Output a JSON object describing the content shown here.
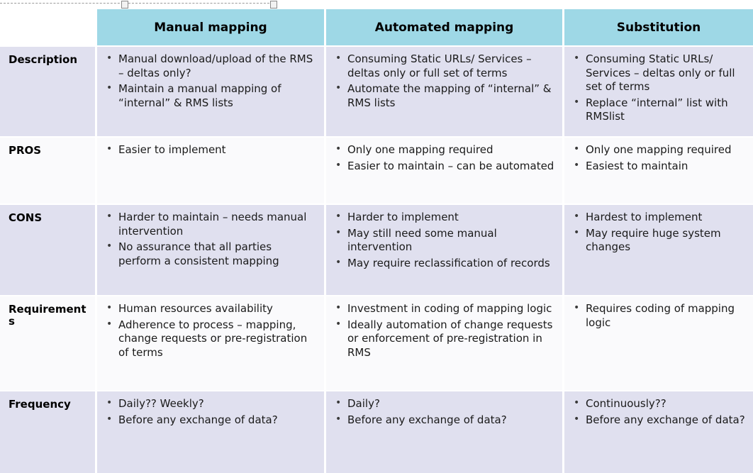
{
  "slide": {
    "type": "comparison-table",
    "colors": {
      "header_fill": "#9ed8e6",
      "row_band_dark": "#e0e0ef",
      "row_band_light": "#fafafc",
      "gridline": "#ffffff",
      "text": "#1a1a1a"
    }
  },
  "table": {
    "corner_label": "",
    "columns": [
      {
        "label": "Manual mapping"
      },
      {
        "label": "Automated mapping"
      },
      {
        "label": "Substitution"
      }
    ],
    "rows": [
      {
        "label": "Description",
        "cells": [
          [
            "Manual download/upload of the RMS – deltas only?",
            "Maintain a manual mapping of “internal” & RMS lists"
          ],
          [
            "Consuming Static URLs/ Services – deltas only or full set of terms",
            "Automate the mapping of “internal” & RMS lists"
          ],
          [
            "Consuming Static URLs/ Services – deltas only or full set of terms",
            "Replace “internal” list with RMSlist"
          ]
        ]
      },
      {
        "label": "PROS",
        "cells": [
          [
            "Easier to implement"
          ],
          [
            "Only one mapping required",
            "Easier to maintain – can be automated"
          ],
          [
            "Only one mapping required",
            "Easiest to maintain"
          ]
        ]
      },
      {
        "label": "CONS",
        "cells": [
          [
            "Harder to maintain – needs manual intervention",
            "No assurance that all parties perform a consistent mapping"
          ],
          [
            "Harder to implement",
            "May still need some manual intervention",
            "May require reclassification of records"
          ],
          [
            "Hardest to implement",
            "May require huge system changes"
          ]
        ]
      },
      {
        "label": "Requirements",
        "cells": [
          [
            "Human resources availability",
            "Adherence to process – mapping, change requests or pre-registration of terms"
          ],
          [
            "Investment in coding of mapping logic",
            "Ideally automation of change requests or enforcement of pre-registration in RMS"
          ],
          [
            "Requires coding of mapping logic"
          ]
        ]
      },
      {
        "label": "Frequency",
        "cells": [
          [
            "Daily?? Weekly?",
            "Before any exchange of data?"
          ],
          [
            "Daily?",
            "Before any exchange of data?"
          ],
          [
            "Continuously??",
            "Before any exchange of data?"
          ]
        ]
      }
    ]
  },
  "selection": {
    "handles": [
      "resize-handle-middle",
      "resize-handle-end"
    ]
  }
}
